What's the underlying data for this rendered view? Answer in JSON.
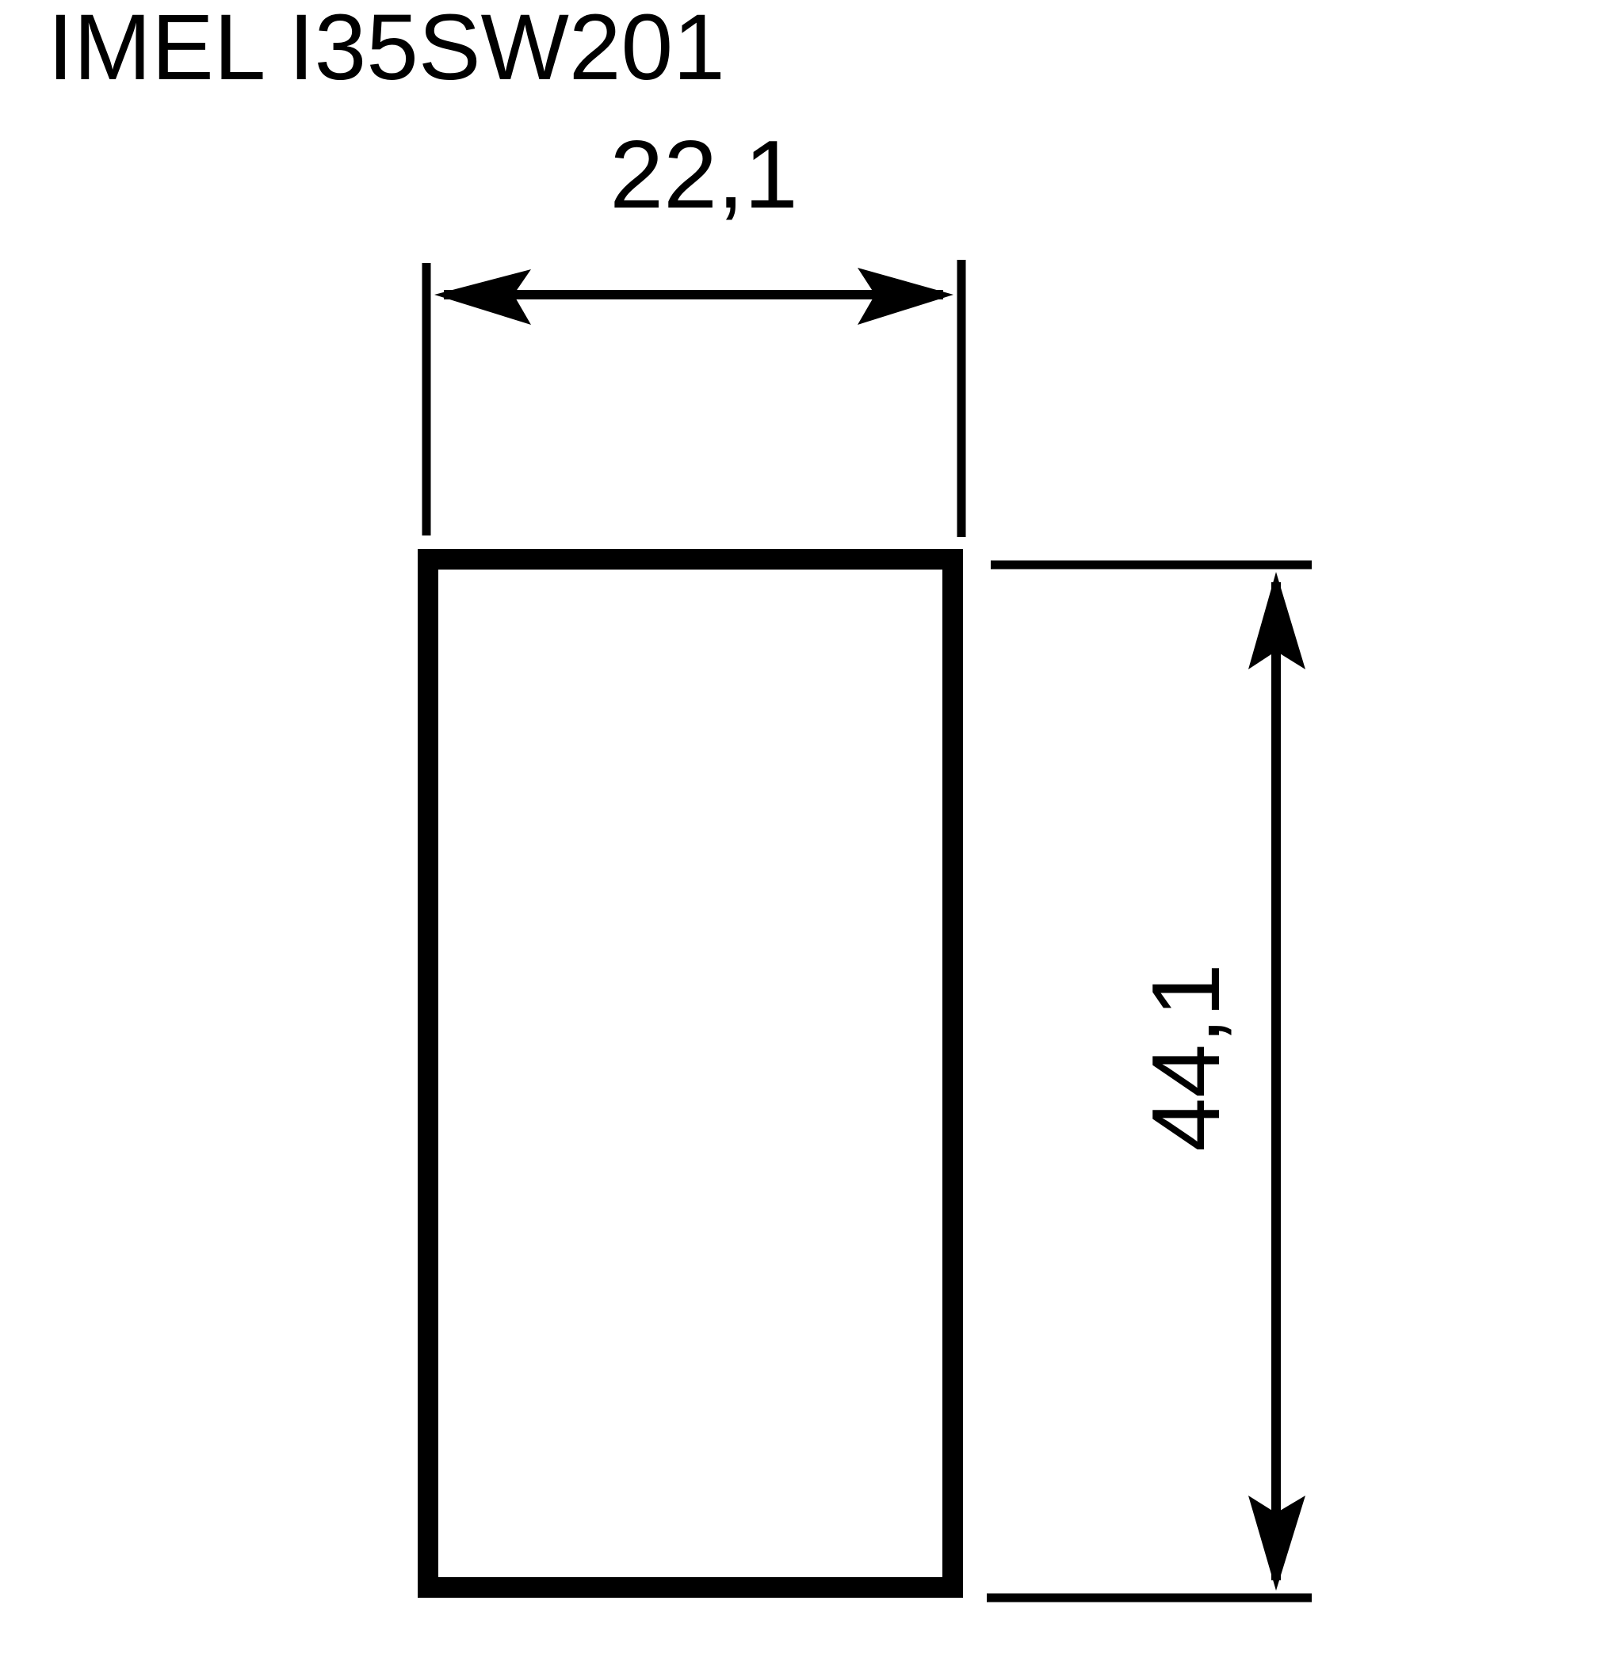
{
  "title": "IMEL I35SW201",
  "dimensions": {
    "width": "22,1",
    "height": "44,1"
  },
  "colors": {
    "line": "#000000",
    "background": "#ffffff"
  }
}
